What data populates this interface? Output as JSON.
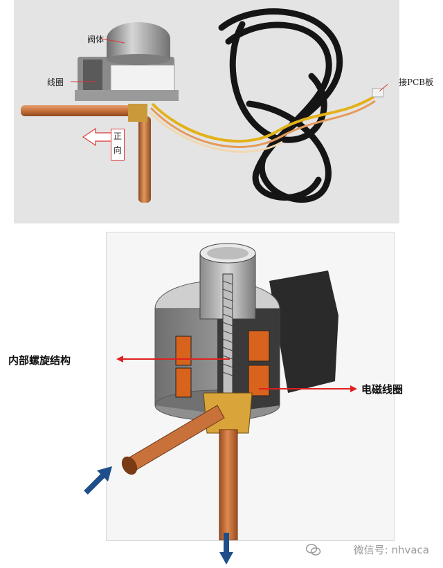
{
  "photo_labels": {
    "valve_body": "阀体",
    "coil": "线圈",
    "direction_char1": "正",
    "direction_char2": "向",
    "pcb": "接PCB板"
  },
  "diagram_labels": {
    "internal_screw": "内部螺旋结构",
    "em_coil": "电磁线圈"
  },
  "watermark": {
    "text": "微信号: nhvaca"
  },
  "colors": {
    "arrow_red": "#e02020",
    "flow_arrow_blue": "#1f4f8a",
    "copper": "#c8713a",
    "coil_orange": "#d8631c"
  }
}
